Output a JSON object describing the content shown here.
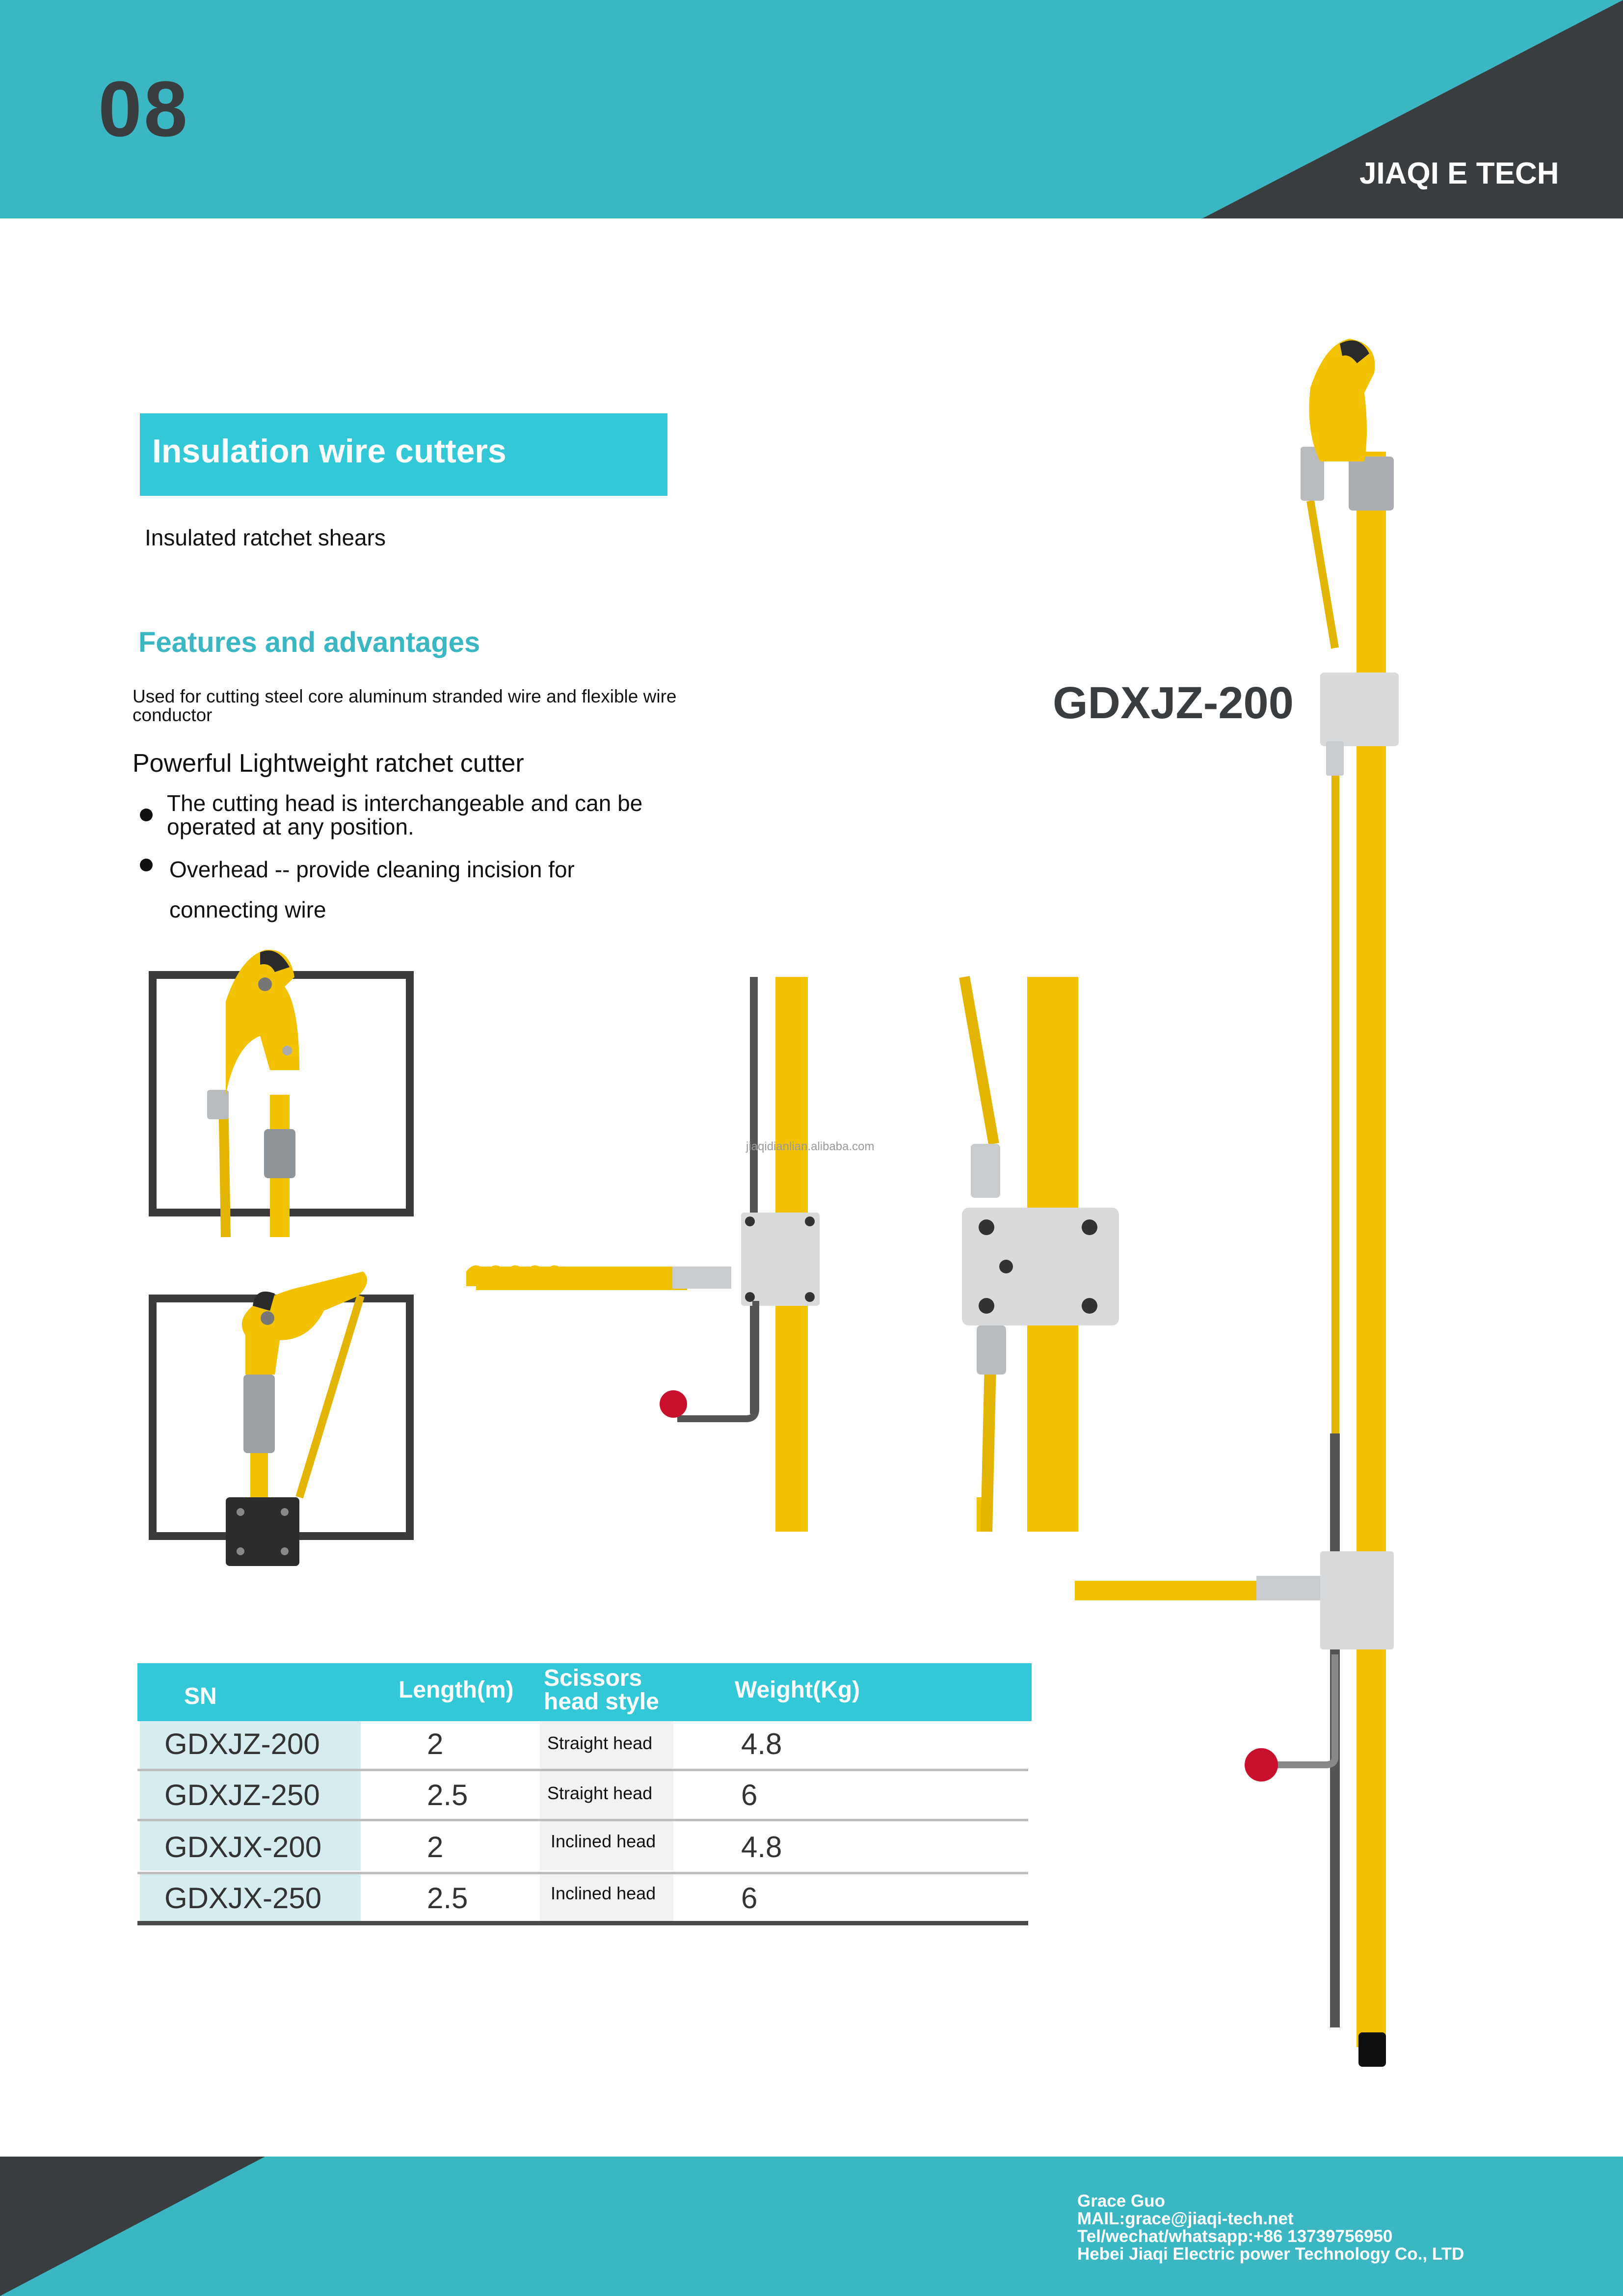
{
  "header": {
    "page_number": "08",
    "brand": "JIAQI E TECH"
  },
  "product": {
    "title": "Insulation wire cutters",
    "subtitle": "Insulated ratchet shears",
    "features_heading": "Features and advantages",
    "usage": "Used for cutting steel core aluminum stranded wire and flexible wire conductor",
    "subheading": "Powerful Lightweight ratchet cutter",
    "bullets": [
      "The cutting head is interchangeable and can be operated at any position.",
      "Overhead -- provide cleaning incision for connecting wire"
    ],
    "model_label": "GDXJZ-200",
    "watermark": "jiaqidianlian.alibaba.com"
  },
  "table": {
    "headers": [
      "SN",
      "Length(m)",
      "Scissors head style",
      "Weight(Kg)"
    ],
    "rows": [
      {
        "sn": "GDXJZ-200",
        "length": "2",
        "head": "Straight head",
        "weight": "4.8"
      },
      {
        "sn": "GDXJZ-250",
        "length": "2.5",
        "head": "Straight head",
        "weight": "6"
      },
      {
        "sn": "GDXJX-200",
        "length": "2",
        "head": "Inclined head",
        "weight": "4.8"
      },
      {
        "sn": "GDXJX-250",
        "length": "2.5",
        "head": "Inclined head",
        "weight": "6"
      }
    ]
  },
  "footer": {
    "name": "Grace Guo",
    "mail": "MAIL:grace@jiaqi-tech.net",
    "tel": "Tel/wechat/whatsapp:+86 13739756950",
    "company": "Hebei Jiaqi Electric power Technology Co., LTD"
  },
  "colors": {
    "teal": "#3bb6c3",
    "accent_box": "#33c8d8",
    "dark": "#3a3d40",
    "pole_yellow": "#f2c200",
    "knob_red": "#c8102e"
  },
  "icons": [
    "bullet-dot",
    "wire-cutter-product-photo"
  ]
}
